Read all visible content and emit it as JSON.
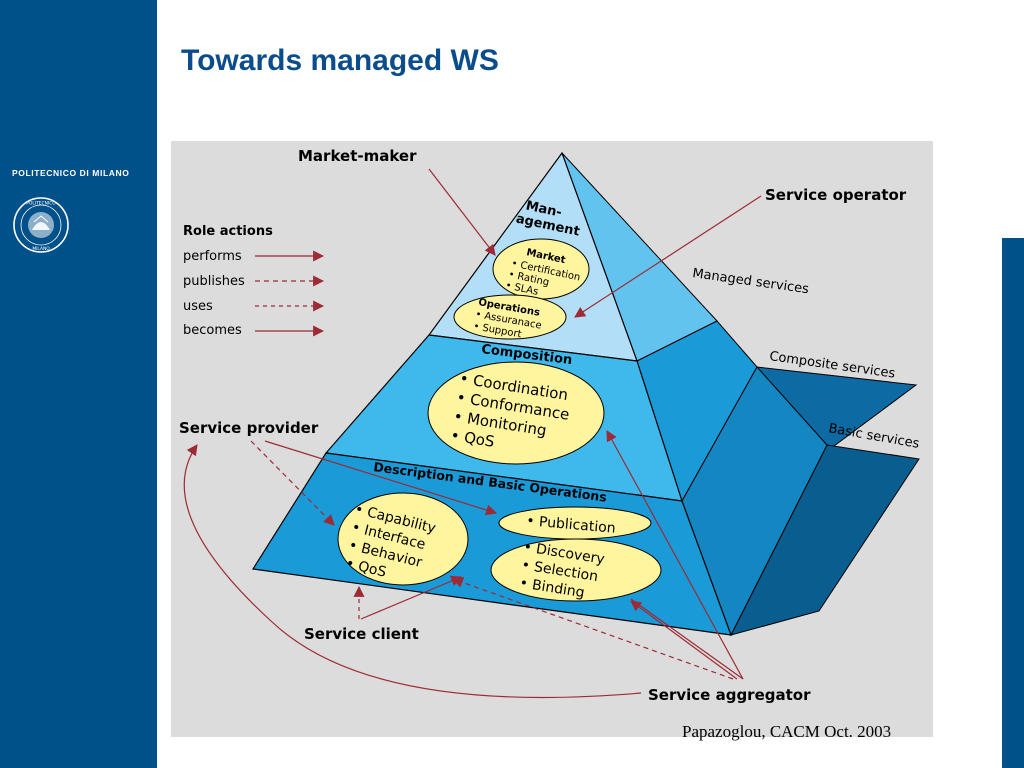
{
  "slide": {
    "title": "Towards managed WS",
    "citation": "Papazoglou, CACM Oct. 2003"
  },
  "branding": {
    "institution": "POLITECNICO DI MILANO",
    "seal_text_top": "POLITECNICO",
    "seal_text_bottom": "MILANO",
    "colors": {
      "sidebar": "#00508a",
      "title": "#0b4c8c"
    }
  },
  "diagram": {
    "colors": {
      "background": "#dcdcdc",
      "tier_top": "#b3def7",
      "tier_mid": "#3fb8ec",
      "tier_bottom": "#1a9ad6",
      "ellipse": "#fff59e",
      "arrow": "#9e2a36"
    },
    "legend": {
      "title": "Role actions",
      "items": [
        "performs",
        "publishes",
        "uses",
        "becomes"
      ]
    },
    "roles": {
      "market_maker": "Market-maker",
      "service_operator": "Service operator",
      "service_provider": "Service provider",
      "service_client": "Service client",
      "service_aggregator": "Service aggregator"
    },
    "side_labels": {
      "managed": "Managed services",
      "composite": "Composite services",
      "basic": "Basic services"
    },
    "tiers": {
      "management": {
        "line1": "Man-",
        "line2": "agement"
      },
      "composition": "Composition",
      "description": "Description and Basic Operations"
    },
    "market": {
      "heading": "Market",
      "items": [
        "• Certification",
        "• Rating",
        "• SLAs"
      ]
    },
    "operations": {
      "heading": "Operations",
      "items": [
        "• Assuranace",
        "• Support"
      ]
    },
    "composition_items": [
      "• Coordination",
      "• Conformance",
      "• Monitoring",
      "• QoS"
    ],
    "capability_items": [
      "• Capability",
      "• Interface",
      "• Behavior",
      "• QoS"
    ],
    "publication": "• Publication",
    "discovery_items": [
      "• Discovery",
      "• Selection",
      "• Binding"
    ]
  }
}
